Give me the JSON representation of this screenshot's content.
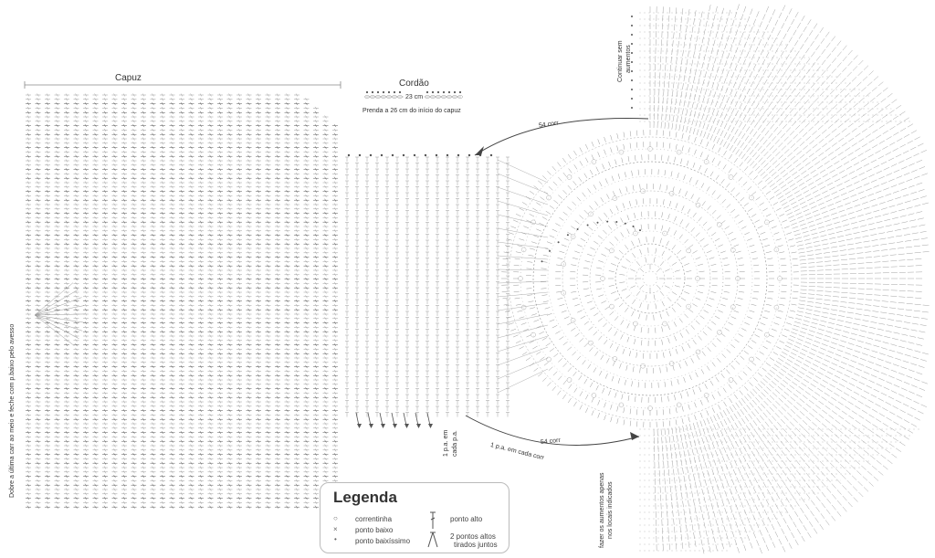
{
  "labels": {
    "capuz": "Capuz",
    "cordao": "Cordão",
    "cordao_length": "23 cm",
    "cordao_note": "Prenda a 26 cm do início do capuz",
    "chain_top": "54 corr",
    "chain_bottom": "54 corr",
    "bottom_arc_note": "1 p.a. em cada corr",
    "side_note_1": "1 p.a. em",
    "side_note_2": "cada p.a.",
    "left_vertical": "Dobre a última carr ao meio e feche com p.baixo pelo avesso",
    "top_right_1": "Continuar sem",
    "top_right_2": "aumentos",
    "bottom_right_1": "fazer os aumentos apenas",
    "bottom_right_2": "nos locais indicados"
  },
  "legend": {
    "title": "Legenda",
    "items": [
      {
        "symbol": "correntinha-icon",
        "label": "correntinha"
      },
      {
        "symbol": "ponto-baixo-icon",
        "label": "ponto baixo"
      },
      {
        "symbol": "ponto-baixissimo-icon",
        "label": "ponto baixíssimo"
      },
      {
        "symbol": "ponto-alto-icon",
        "label": "ponto alto"
      },
      {
        "symbol": "dois-pontos-altos-icon",
        "label": "2 pontos altos"
      },
      {
        "symbol": "dois-pontos-altos-icon",
        "label": "tirados juntos"
      }
    ]
  },
  "colors": {
    "ink": "#555555",
    "light": "#999999",
    "background": "#ffffff"
  }
}
